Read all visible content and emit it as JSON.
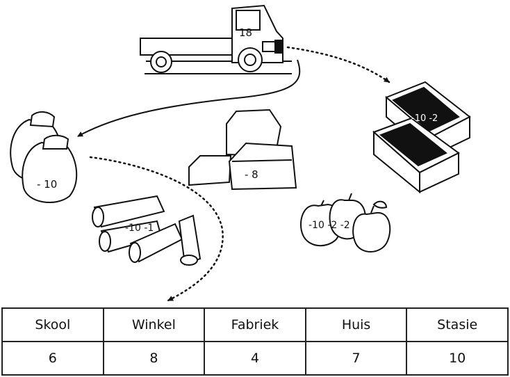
{
  "labels": {
    "truck": "18",
    "bags": "- 10",
    "boxes": "- 8",
    "crates": "-10 -2",
    "logs": "-10 -1",
    "apples": "-10 -2 -2"
  },
  "table": {
    "headers": [
      "Skool",
      "Winkel",
      "Fabriek",
      "Huis",
      "Stasie"
    ],
    "values": [
      "6",
      "8",
      "4",
      "7",
      "10"
    ]
  }
}
